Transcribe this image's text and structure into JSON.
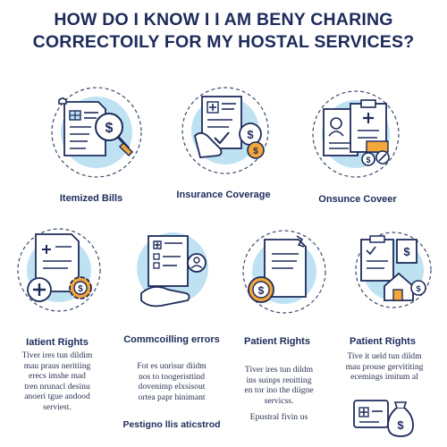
{
  "title": {
    "line1": "HOW DO I KNOW I I AM BENY CHARING",
    "line2": "CORRECTOILY FOR MY HOSTAL SERVICES?"
  },
  "colors": {
    "navy": "#1d2b5b",
    "circle_blue": "#bfe2f3",
    "accent_orange": "#f3a63a",
    "icon_stroke": "#1d2b5b"
  },
  "top_row": [
    {
      "label": "Itemized Bills",
      "icon": "bill-magnifier-dollar-icon"
    },
    {
      "label": "Insurance Coverage",
      "icon": "hand-holding-document-dollar-icon"
    },
    {
      "label": "Onsunce Coveer",
      "icon": "clipboard-profile-coins-icon"
    }
  ],
  "bottom_row": [
    {
      "label": "Iatient Rights",
      "icon": "document-medical-cross-gear-icon",
      "text": [
        "Tiver ires tun dildim",
        "mau praus neritiing",
        "erecs imshe mad",
        "tren nrunacl desinu",
        "anoeri tgue andood",
        "serviest."
      ]
    },
    {
      "label": "Commcoilling errors",
      "icon": "hand-holding-form-user-icon",
      "text": [
        "Fot es unrisur diidm",
        "nos to toogeristtind",
        "dovenimp elxsisout",
        "ortea papr hinimant"
      ],
      "footer": "Pestigno llis aticstrod"
    },
    {
      "label": "Patient Rights",
      "icon": "document-dollar-badge-icon",
      "text": [
        "Tiver ires tun dildm",
        "ins suinps renitting",
        "en tor ino the diigne",
        "servicss."
      ],
      "footer": "Epustral fivin us"
    },
    {
      "label": "Patient Rights",
      "icon": "clipboard-house-dollar-icon",
      "text": [
        "Tive it ueld tun dildm",
        "mau prouse gervititing",
        "ecemings imitum al"
      ],
      "extra_icon": "card-cross-money-bag-icon"
    }
  ]
}
